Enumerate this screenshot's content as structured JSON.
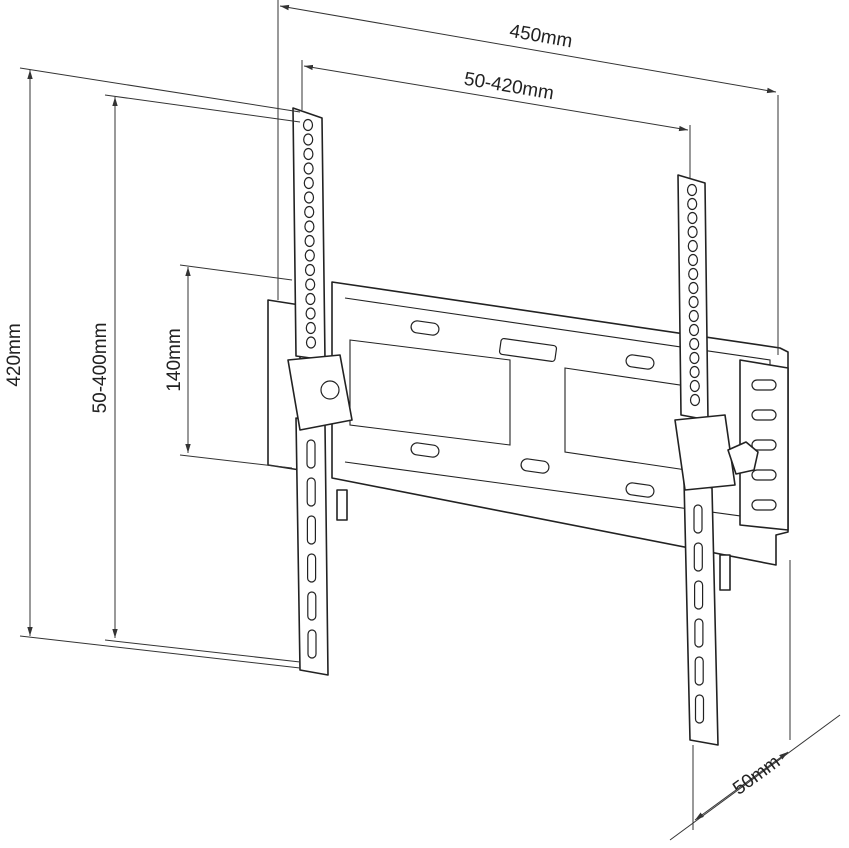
{
  "dimensions": {
    "overall_width": "450mm",
    "vesa_horizontal": "50-420mm",
    "overall_height": "420mm",
    "vesa_vertical": "50-400mm",
    "plate_height": "140mm",
    "depth": "50mm"
  },
  "colors": {
    "line": "#222222",
    "background": "#ffffff"
  }
}
